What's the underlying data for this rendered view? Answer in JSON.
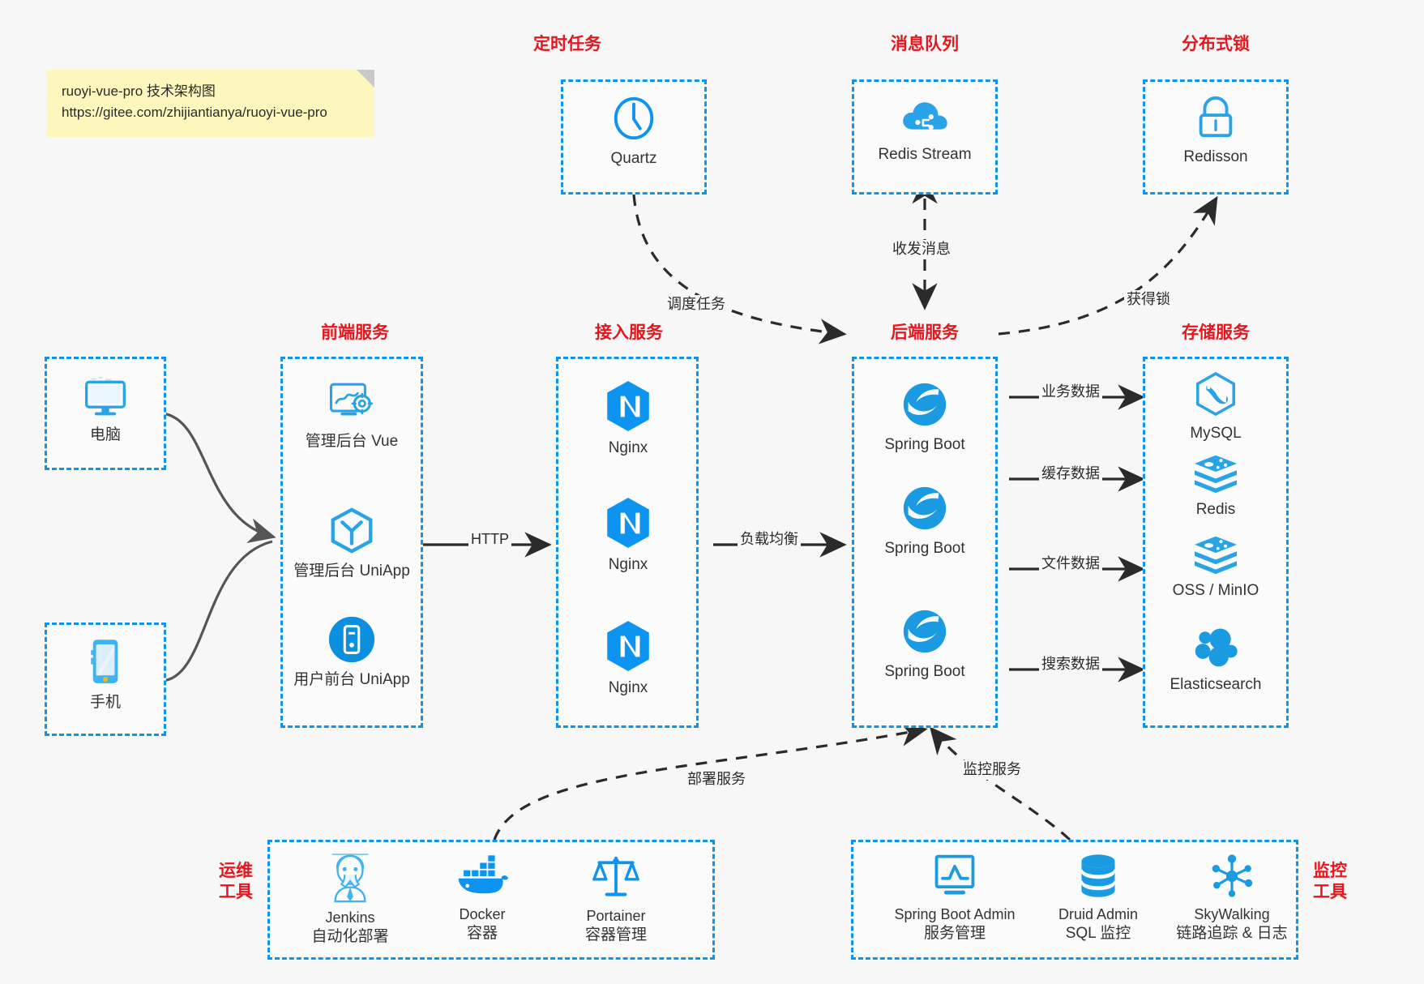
{
  "note": {
    "line1": "ruoyi-vue-pro 技术架构图",
    "line2": "https://gitee.com/zhijiantianya/ruoyi-vue-pro"
  },
  "colors": {
    "accent_blue": "#0d94f0",
    "title_red": "#e8151d",
    "note_yellow": "#fdf6bd",
    "background": "#f7f7f7",
    "wire_dark": "#2b2b2b",
    "wire_gray": "#555555"
  },
  "groups": {
    "scheduler": {
      "title": "定时任务",
      "nodes": [
        {
          "label": "Quartz",
          "icon": "clock-icon"
        }
      ]
    },
    "message_queue": {
      "title": "消息队列",
      "nodes": [
        {
          "label": "Redis Stream",
          "icon": "cloud-stream-icon"
        }
      ]
    },
    "distributed_lock": {
      "title": "分布式锁",
      "nodes": [
        {
          "label": "Redisson",
          "icon": "lock-icon"
        }
      ]
    },
    "clients": {
      "nodes": [
        {
          "label": "电脑",
          "icon": "desktop-monitor-icon"
        },
        {
          "label": "手机",
          "icon": "mobile-phone-icon"
        }
      ]
    },
    "frontend": {
      "title": "前端服务",
      "nodes": [
        {
          "label": "管理后台 Vue",
          "icon": "dashboard-gear-icon"
        },
        {
          "label": "管理后台 UniApp",
          "icon": "cube-y-icon"
        },
        {
          "label": "用户前台 UniApp",
          "icon": "mobile-app-icon"
        }
      ]
    },
    "gateway": {
      "title": "接入服务",
      "nodes": [
        {
          "label": "Nginx",
          "icon": "nginx-icon"
        },
        {
          "label": "Nginx",
          "icon": "nginx-icon"
        },
        {
          "label": "Nginx",
          "icon": "nginx-icon"
        }
      ]
    },
    "backend": {
      "title": "后端服务",
      "nodes": [
        {
          "label": "Spring Boot",
          "icon": "spring-boot-icon"
        },
        {
          "label": "Spring Boot",
          "icon": "spring-boot-icon"
        },
        {
          "label": "Spring Boot",
          "icon": "spring-boot-icon"
        }
      ]
    },
    "storage": {
      "title": "存储服务",
      "nodes": [
        {
          "label": "MySQL",
          "icon": "mysql-icon"
        },
        {
          "label": "Redis",
          "icon": "redis-icon"
        },
        {
          "label": "OSS / MinIO",
          "icon": "redis-icon"
        },
        {
          "label": "Elasticsearch",
          "icon": "elasticsearch-icon"
        }
      ]
    },
    "devops": {
      "title": "运维\n工具",
      "title_line1": "运维",
      "title_line2": "工具",
      "nodes": [
        {
          "label": "Jenkins",
          "sub": "自动化部署",
          "icon": "jenkins-butler-icon"
        },
        {
          "label": "Docker",
          "sub": "容器",
          "icon": "docker-whale-icon"
        },
        {
          "label": "Portainer",
          "sub": "容器管理",
          "icon": "scales-icon"
        }
      ]
    },
    "monitor": {
      "title_line1": "监控",
      "title_line2": "工具",
      "nodes": [
        {
          "label": "Spring Boot Admin",
          "sub": "服务管理",
          "icon": "monitor-chart-icon"
        },
        {
          "label": "Druid Admin",
          "sub": "SQL 监控",
          "icon": "database-stack-icon"
        },
        {
          "label": "SkyWalking",
          "sub": "链路追踪 & 日志",
          "icon": "skywalking-node-icon"
        }
      ]
    }
  },
  "edges": [
    {
      "id": "schedule-task",
      "label": "调度任务",
      "from": "scheduler",
      "to": "backend",
      "style": "dashed"
    },
    {
      "id": "send-receive-message",
      "label": "收发消息",
      "from": "message_queue",
      "to": "backend",
      "style": "dashed"
    },
    {
      "id": "acquire-lock",
      "label": "获得锁",
      "from": "backend",
      "to": "distributed_lock",
      "style": "dashed"
    },
    {
      "id": "http",
      "label": "HTTP",
      "from": "frontend",
      "to": "gateway",
      "style": "solid"
    },
    {
      "id": "load-balance",
      "label": "负载均衡",
      "from": "gateway",
      "to": "backend",
      "style": "solid"
    },
    {
      "id": "business-data",
      "label": "业务数据",
      "from": "backend",
      "to": "storage.MySQL",
      "style": "solid"
    },
    {
      "id": "cache-data",
      "label": "缓存数据",
      "from": "backend",
      "to": "storage.Redis",
      "style": "solid"
    },
    {
      "id": "file-data",
      "label": "文件数据",
      "from": "backend",
      "to": "storage.OSS",
      "style": "solid"
    },
    {
      "id": "search-data",
      "label": "搜索数据",
      "from": "backend",
      "to": "storage.Elasticsearch",
      "style": "solid"
    },
    {
      "id": "deploy-service",
      "label": "部署服务",
      "from": "devops",
      "to": "backend",
      "style": "dashed"
    },
    {
      "id": "monitor-service",
      "label": "监控服务",
      "from": "monitor",
      "to": "backend",
      "style": "dashed"
    }
  ]
}
